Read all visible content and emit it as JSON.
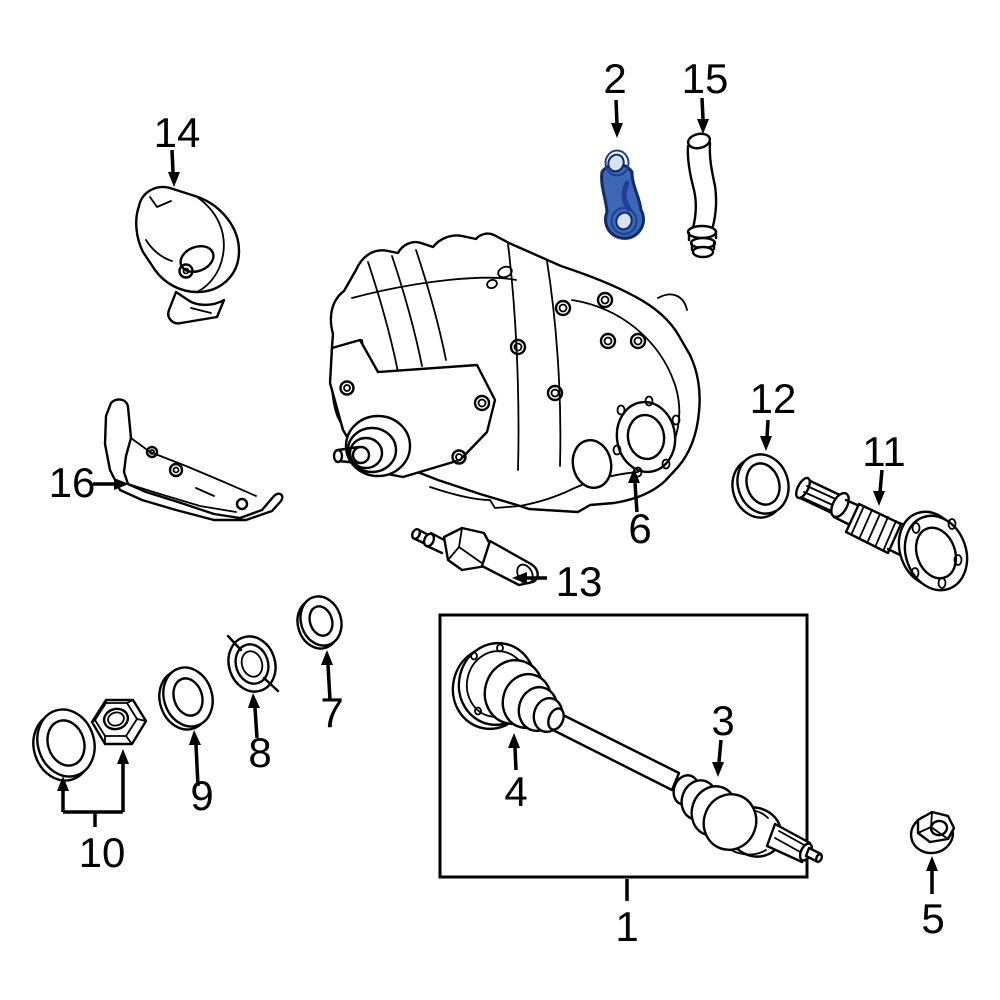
{
  "figure": {
    "background_color": "#ffffff",
    "line_color": "#000000",
    "highlight_color": "#3d66b5",
    "highlight_dark": "#122b66",
    "highlighted_part": "2"
  },
  "parts": {
    "p1": {
      "label": "1"
    },
    "p2": {
      "label": "2"
    },
    "p3": {
      "label": "3"
    },
    "p4": {
      "label": "4"
    },
    "p5": {
      "label": "5"
    },
    "p6": {
      "label": "6"
    },
    "p7": {
      "label": "7"
    },
    "p8": {
      "label": "8"
    },
    "p9": {
      "label": "9"
    },
    "p10": {
      "label": "10"
    },
    "p11": {
      "label": "11"
    },
    "p12": {
      "label": "12"
    },
    "p13": {
      "label": "13"
    },
    "p14": {
      "label": "14"
    },
    "p15": {
      "label": "15"
    },
    "p16": {
      "label": "16"
    }
  }
}
